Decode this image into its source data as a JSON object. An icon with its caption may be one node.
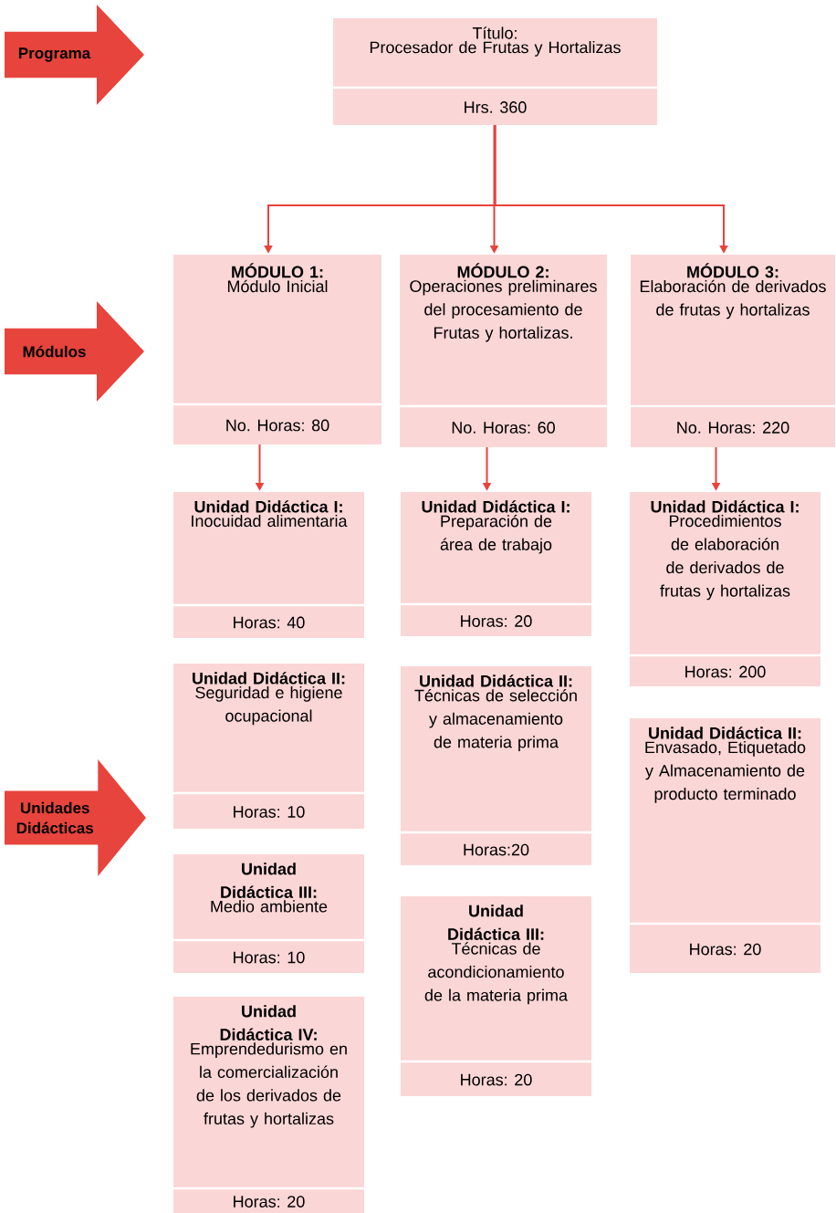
{
  "diagram": {
    "nodes": [
      {
        "text": [
          "Programa"
        ]
      },
      {
        "text": [
          "Título:",
          "Procesador de Frutas y Hortalizas",
          "Hrs. 360"
        ]
      },
      {
        "text": [
          "Módulos"
        ]
      },
      {
        "text": [
          "MÓDULO 1:",
          "Módulo Inicial",
          "No. Horas: 80"
        ]
      },
      {
        "text": [
          "MÓDULO 2:",
          "Operaciones preliminares del procesamiento de Frutas y hortalizas.",
          "No. Horas: 60"
        ]
      },
      {
        "text": [
          "MÓDULO 3:",
          "Elaboración de derivados de frutas y hortalizas",
          "No. Horas: 220"
        ]
      },
      {
        "text": [
          "Unidades Didácticas"
        ]
      },
      {
        "text": [
          "Unidad Didáctica I:",
          "Inocuidad alimentaria",
          "Horas: 40"
        ]
      },
      {
        "text": [
          "Unidad Didáctica II:",
          "Seguridad e higiene ocupacional",
          "Horas: 10"
        ]
      },
      {
        "text": [
          "Unidad Didáctica III:",
          "Medio ambiente",
          "Horas: 10"
        ]
      },
      {
        "text": [
          "Unidad Didáctica IV:",
          "Emprendedurismo en la comercialización de los derivados de frutas y hortalizas",
          "Horas: 20"
        ]
      },
      {
        "text": [
          "Unidad Didáctica I:",
          "Preparación de área de trabajo",
          "Horas: 20"
        ]
      },
      {
        "text": [
          "Unidad Didáctica II:",
          "Técnicas de selección y almacenamiento de materia prima",
          "Horas:20"
        ]
      },
      {
        "text": [
          "Unidad Didáctica III:",
          "Técnicas de acondicionamiento de la materia prima",
          "Horas: 20"
        ]
      },
      {
        "text": [
          "Unidad Didáctica I:",
          "Procedimientos de elaboración de derivados de frutas y hortalizas",
          "Horas: 200"
        ]
      },
      {
        "text": [
          "Unidad Didáctica II:",
          "Envasado, Etiquetado y Almacenamiento de producto terminado",
          "Horas: 20"
        ]
      }
    ],
    "edges": [
      {
        "from": 1,
        "to": 3,
        "arrow": "to"
      },
      {
        "from": 1,
        "to": 4,
        "arrow": "to"
      },
      {
        "from": 1,
        "to": 5,
        "arrow": "to"
      },
      {
        "from": 3,
        "to": 7,
        "arrow": "to"
      },
      {
        "from": 4,
        "to": 11,
        "arrow": "to"
      },
      {
        "from": 5,
        "to": 14,
        "arrow": "to"
      }
    ]
  }
}
